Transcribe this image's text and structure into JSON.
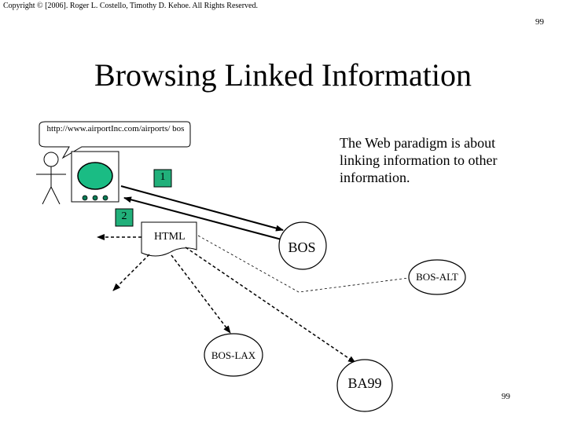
{
  "copyright": "Copyright © [2006]. Roger L. Costello, Timothy D. Kehoe. All Rights Reserved.",
  "page_number_top": "99",
  "page_number_bottom": "99",
  "title": "Browsing Linked Information",
  "description": "The Web paradigm is about linking information to other information.",
  "speech_bubble": {
    "url": "http://www.airportInc.com/airports/ bos"
  },
  "steps": {
    "step1": "1",
    "step2": "2"
  },
  "nodes": {
    "html_document": "HTML",
    "bos": "BOS",
    "bos_alt": "BOS-ALT",
    "bos_lax": "BOS-LAX",
    "ba99": "BA99"
  }
}
